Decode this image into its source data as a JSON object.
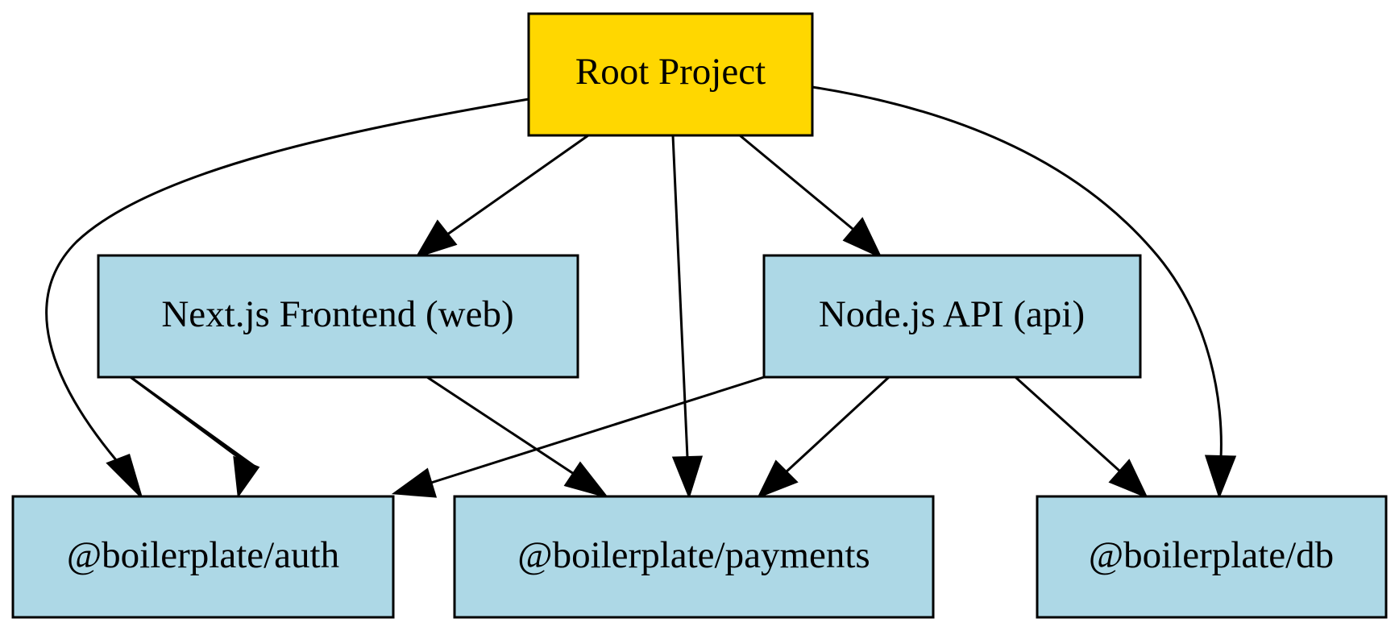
{
  "diagram": {
    "colors": {
      "root_fill": "#ffd700",
      "node_fill": "#add8e6",
      "stroke": "#000000",
      "background": "#ffffff"
    },
    "nodes": {
      "root": {
        "label": "Root Project"
      },
      "web": {
        "label": "Next.js Frontend (web)"
      },
      "api": {
        "label": "Node.js API (api)"
      },
      "auth": {
        "label": "@boilerplate/auth"
      },
      "payments": {
        "label": "@boilerplate/payments"
      },
      "db": {
        "label": "@boilerplate/db"
      }
    },
    "edges": [
      {
        "from": "Root Project",
        "to": "Next.js Frontend (web)"
      },
      {
        "from": "Root Project",
        "to": "Node.js API (api)"
      },
      {
        "from": "Root Project",
        "to": "@boilerplate/auth"
      },
      {
        "from": "Root Project",
        "to": "@boilerplate/payments"
      },
      {
        "from": "Root Project",
        "to": "@boilerplate/db"
      },
      {
        "from": "Next.js Frontend (web)",
        "to": "@boilerplate/auth"
      },
      {
        "from": "Next.js Frontend (web)",
        "to": "@boilerplate/payments"
      },
      {
        "from": "Node.js API (api)",
        "to": "@boilerplate/auth"
      },
      {
        "from": "Node.js API (api)",
        "to": "@boilerplate/payments"
      },
      {
        "from": "Node.js API (api)",
        "to": "@boilerplate/db"
      }
    ]
  }
}
